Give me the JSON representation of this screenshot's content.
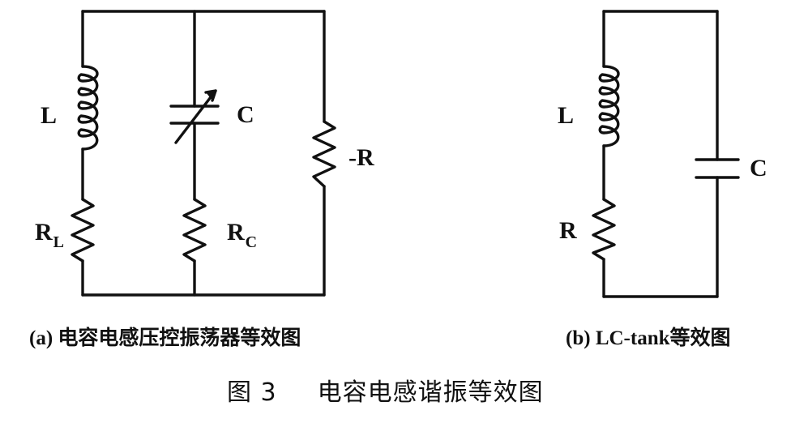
{
  "colors": {
    "ink": "#111111",
    "background": "#ffffff"
  },
  "circuit_a": {
    "labels": {
      "L": "L",
      "RL_main": "R",
      "RL_sub": "L",
      "C": "C",
      "RC_main": "R",
      "RC_sub": "C",
      "negR": "-R"
    },
    "caption_prefix": "(a)",
    "caption_text": "电容电感压控振荡器等效图"
  },
  "circuit_b": {
    "labels": {
      "L": "L",
      "C": "C",
      "R": "R"
    },
    "caption_prefix": "(b)",
    "caption_text": "LC-tank等效图"
  },
  "figure": {
    "number": "图 3",
    "title": "电容电感谐振等效图"
  }
}
